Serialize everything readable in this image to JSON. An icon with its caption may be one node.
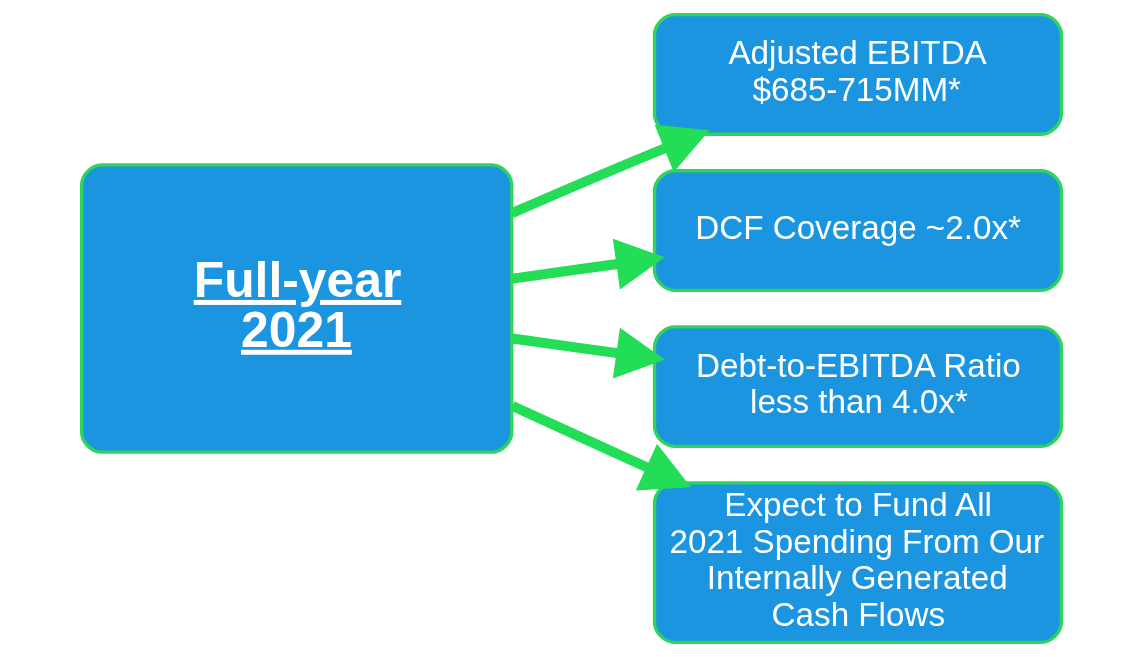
{
  "diagram": {
    "nodes": [
      {
        "text": [
          "Full-year 2021"
        ]
      },
      {
        "text": [
          "Adjusted EBITDA $685-715MM*"
        ]
      },
      {
        "text": [
          "DCF Coverage ~2.0x*"
        ]
      },
      {
        "text": [
          "Debt-to-EBITDA Ratio less than 4.0x*"
        ]
      },
      {
        "text": [
          "Expect to Fund All 2021 Spending From Our Internally Generated Cash Flows"
        ]
      }
    ],
    "edges": [
      {
        "from": 0,
        "to": 1,
        "arrow": "to"
      },
      {
        "from": 0,
        "to": 2,
        "arrow": "to"
      },
      {
        "from": 0,
        "to": 3,
        "arrow": "to"
      },
      {
        "from": 0,
        "to": 4,
        "arrow": "to"
      }
    ]
  }
}
